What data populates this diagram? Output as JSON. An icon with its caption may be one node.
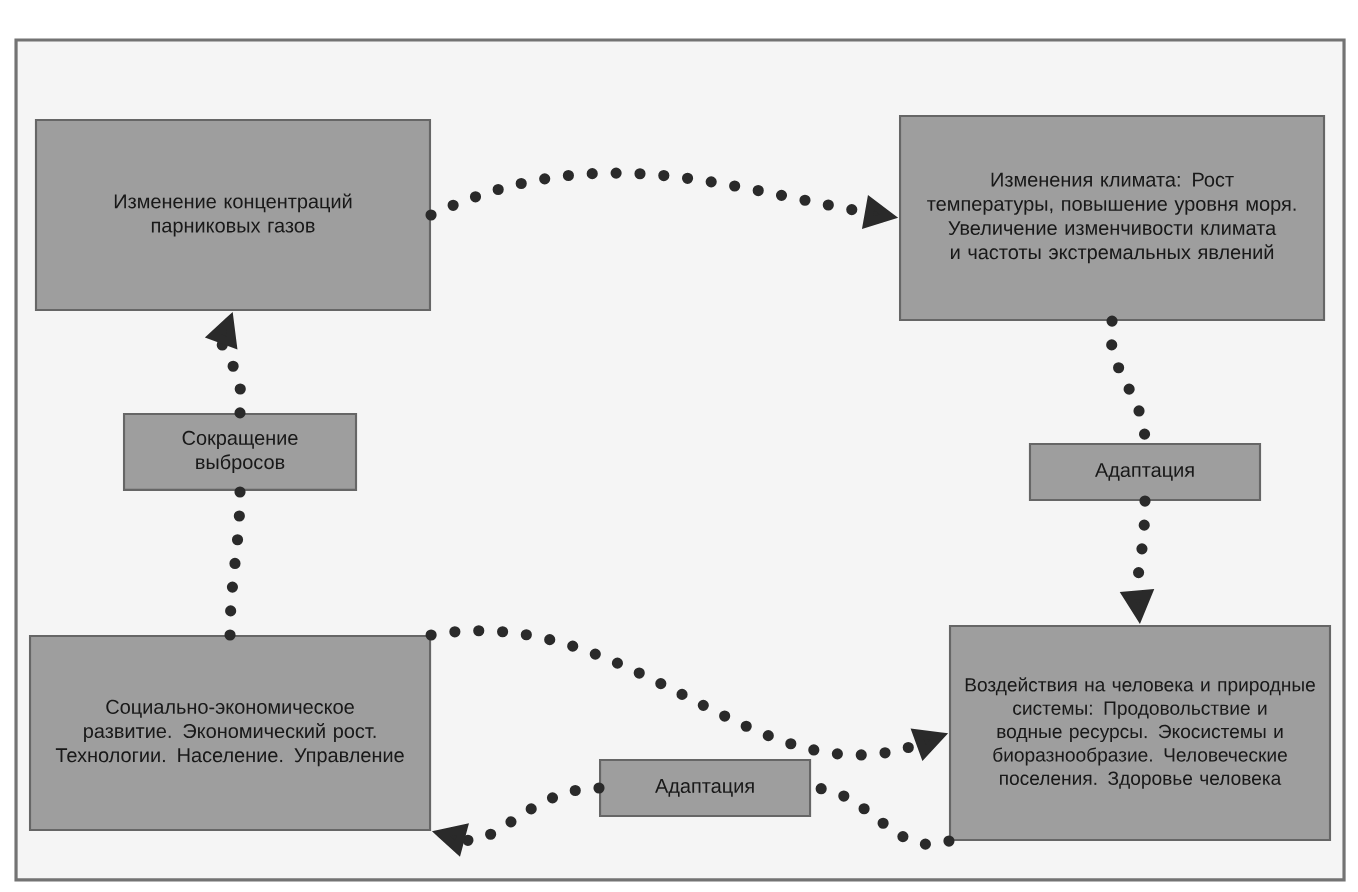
{
  "diagram": {
    "nodes": [
      {
        "text": [
          "Изменение концентраций парниковых газов"
        ]
      },
      {
        "text": [
          "Изменения климата: Рост температуры, повышение уровня моря. Увеличение изменчивости климата и частоты экстремальных явлений"
        ]
      },
      {
        "text": [
          "Сокращение выбросов"
        ]
      },
      {
        "text": [
          "Адаптация"
        ]
      },
      {
        "text": [
          "Социально-экономическое развитие. Экономический рост. Технологии. Население. Управление"
        ]
      },
      {
        "text": [
          "Адаптация"
        ]
      },
      {
        "text": [
          "Воздействия на человека и природные системы: Продовольствие и водные ресурсы. Экосистемы и биоразнообразие. Человеческие поселения. Здоровье человека"
        ]
      }
    ],
    "edges": [
      {
        "from": 0,
        "to": 1,
        "arrow": "to",
        "style": "dashed"
      },
      {
        "from": 1,
        "to": 3,
        "arrow": "none",
        "style": "dashed"
      },
      {
        "from": 3,
        "to": 6,
        "arrow": "to",
        "style": "dashed"
      },
      {
        "from": 4,
        "to": 6,
        "arrow": "to",
        "style": "dashed"
      },
      {
        "from": 6,
        "to": 5,
        "arrow": "none",
        "style": "dashed"
      },
      {
        "from": 5,
        "to": 4,
        "arrow": "to",
        "style": "dashed"
      },
      {
        "from": 4,
        "to": 2,
        "arrow": "none",
        "style": "dashed"
      },
      {
        "from": 2,
        "to": 0,
        "arrow": "to",
        "style": "dashed"
      }
    ]
  }
}
